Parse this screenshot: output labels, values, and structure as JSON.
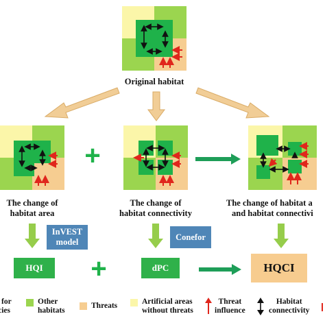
{
  "labels": {
    "original": "Original habitat",
    "area": [
      "The change of",
      "habitat area"
    ],
    "connectivity": [
      "The change of",
      "habitat connectivity"
    ],
    "both": [
      "The change of habitat a",
      "and habitat connectivi"
    ],
    "invest": [
      "InVEST",
      "model"
    ],
    "conefor": "Conefor",
    "hqi": "HQI",
    "dpc": "dPC",
    "hqci": "HQCI",
    "plus": "+"
  },
  "legend": {
    "species": [
      "for",
      "ecies"
    ],
    "other": [
      "Other",
      "habitats"
    ],
    "threats": "Threats",
    "artificial": [
      "Artificial areas",
      "without threats"
    ],
    "threat_influence": [
      "Threat",
      "influence"
    ],
    "connectivity": [
      "Habitat",
      "connectivity"
    ]
  },
  "colors": {
    "core": "#1fb24a",
    "other_habitat": "#9bd54f",
    "threat_area": "#f6cd91",
    "artificial": "#fbf6a9",
    "model_box": "#4f86b7",
    "result_box": "#2fb14a",
    "hqci_box": "#f7cc8f",
    "tan_arrow": "#f1cd96",
    "green_arrow": "#96cd4b",
    "dark_green_arrow": "#1e9e58",
    "threat_arrow": "#e0261c"
  }
}
